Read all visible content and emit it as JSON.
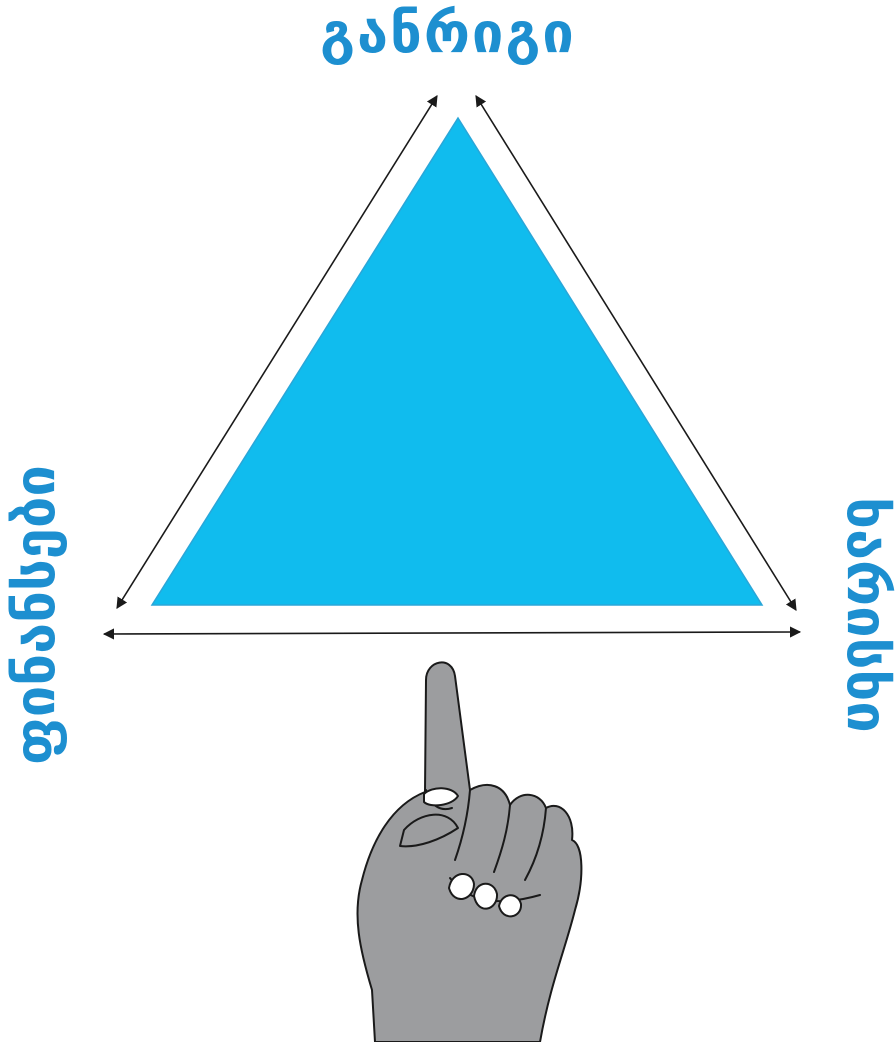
{
  "labels": {
    "top": "განრიგი",
    "left": "ფინანსები",
    "right": "ხარისხი"
  },
  "colors": {
    "triangle_fill": "#10bcee",
    "label_text": "#1d8fd0",
    "hand_fill": "#9c9d9f",
    "line": "#1a1a1a"
  },
  "icons": {
    "hand": "hand-pointing-up-icon"
  }
}
